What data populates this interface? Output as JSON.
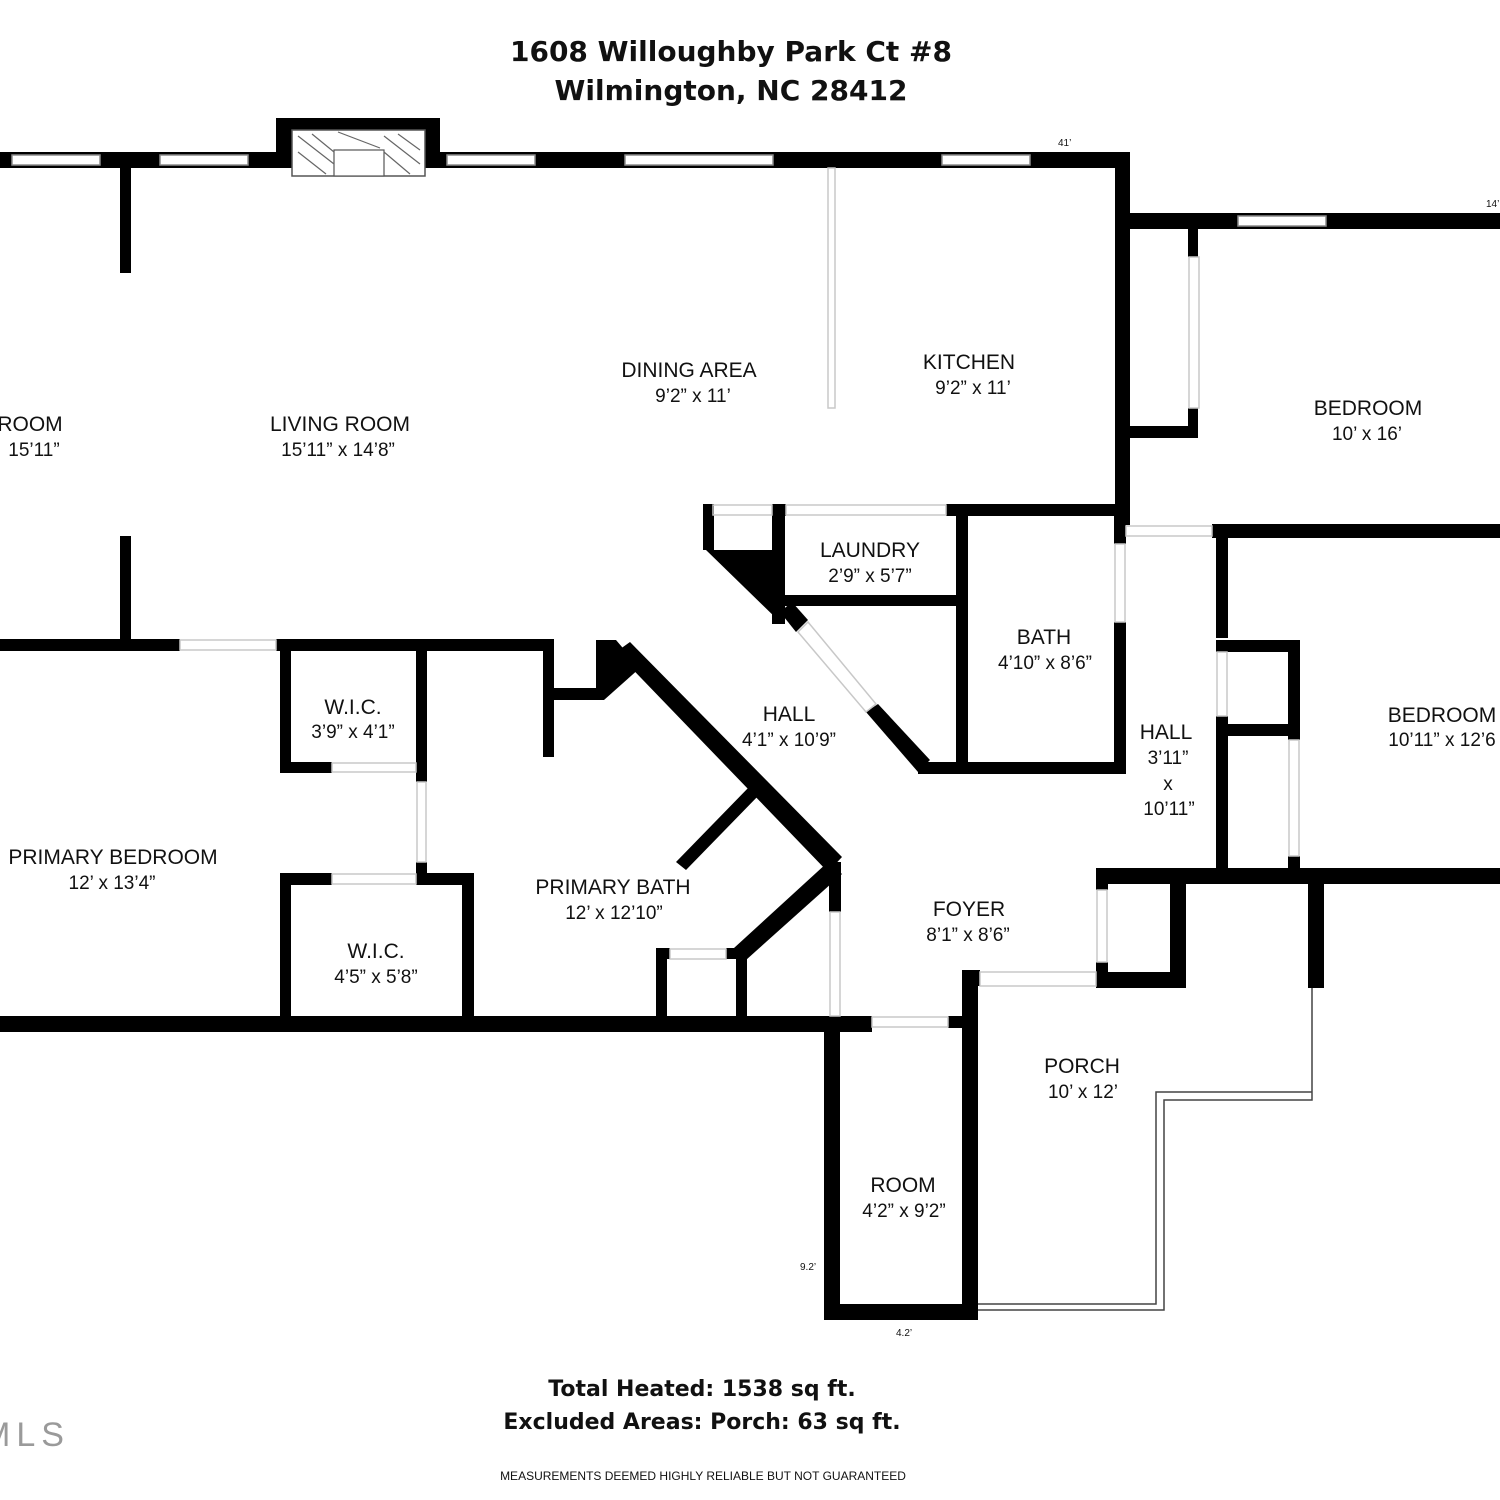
{
  "header": {
    "address_line1": "1608 Willoughby Park Ct #8",
    "address_line2": "Wilmington, NC 28412"
  },
  "rooms": {
    "dining_room": {
      "name": "ROOM",
      "dims": "15’11”"
    },
    "living_room": {
      "name": "LIVING ROOM",
      "dims": "15’11” x 14’8”"
    },
    "dining_area": {
      "name": "DINING AREA",
      "dims": "9’2” x 11’"
    },
    "kitchen": {
      "name": "KITCHEN",
      "dims": "9’2” x 11’"
    },
    "bedroom_1": {
      "name": "BEDROOM",
      "dims": "10’ x 16’"
    },
    "laundry": {
      "name": "LAUNDRY",
      "dims": "2’9” x 5’7”"
    },
    "bath": {
      "name": "BATH",
      "dims": "4’10” x 8’6”"
    },
    "hall_1": {
      "name": "HALL",
      "dims": "4’1” x 10’9”"
    },
    "hall_2": {
      "name": "HALL",
      "dims_line1": "3’11”",
      "dims_line2": "x",
      "dims_line3": "10’11”"
    },
    "bedroom_2": {
      "name": "BEDROOM",
      "dims": "10’11” x 12’6"
    },
    "wic_1": {
      "name": "W.I.C.",
      "dims": "3’9” x 4’1”"
    },
    "primary_bedroom": {
      "name": "PRIMARY BEDROOM",
      "dims": "12’ x 13’4”"
    },
    "primary_bath": {
      "name": "PRIMARY BATH",
      "dims": "12’ x 12’10”"
    },
    "wic_2": {
      "name": "W.I.C.",
      "dims": "4’5” x 5’8”"
    },
    "foyer": {
      "name": "FOYER",
      "dims": "8’1” x 8’6”"
    },
    "porch": {
      "name": "PORCH",
      "dims": "10’ x 12’"
    },
    "room": {
      "name": "ROOM",
      "dims": "4’2” x 9’2”"
    }
  },
  "measurements": {
    "top_width": "41’",
    "right_width": "14’",
    "room_height": "9.2’",
    "room_width": "4.2’"
  },
  "footer": {
    "total_heated": "Total Heated: 1538 sq ft.",
    "excluded": "Excluded Areas: Porch: 63 sq ft.",
    "disclaimer": "MEASUREMENTS DEEMED HIGHLY RELIABLE BUT NOT GUARANTEED"
  },
  "watermark": "MLS",
  "colors": {
    "wall": "#000000",
    "background": "#ffffff",
    "window": "#b5b5b5"
  }
}
